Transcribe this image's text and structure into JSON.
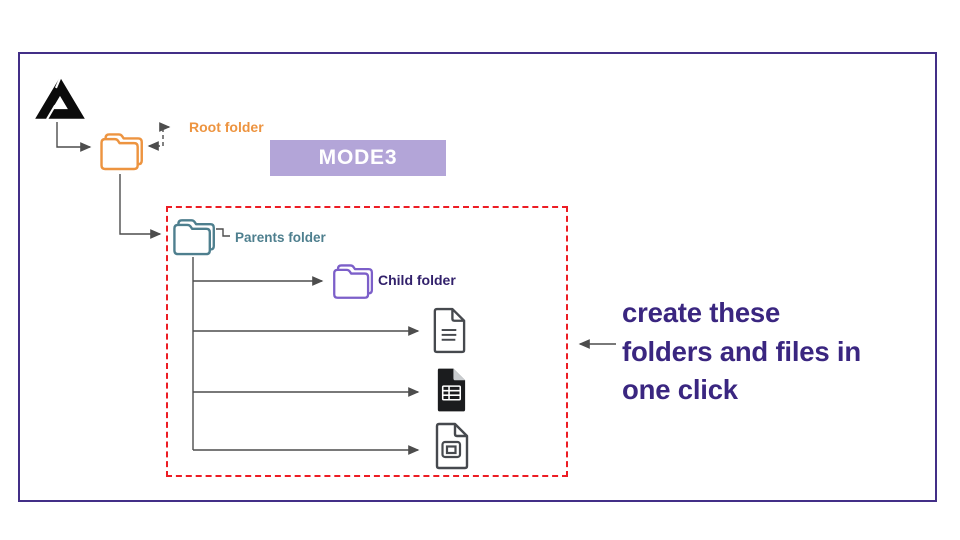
{
  "diagram": {
    "badge": {
      "label": "MODE3"
    },
    "root_folder": {
      "label": "Root folder"
    },
    "parents_folder": {
      "label": "Parents folder"
    },
    "child_folder": {
      "label": "Child folder"
    },
    "files": [
      {
        "type": "google-docs-document"
      },
      {
        "type": "google-sheets-spreadsheet"
      },
      {
        "type": "google-slides-presentation"
      }
    ],
    "caption": {
      "lines": [
        "create these",
        "folders and files in",
        "one click"
      ]
    },
    "icons": {
      "drive": "google-drive-logo",
      "root": "orange-folder-icon",
      "parents": "teal-folder-icon",
      "child": "purple-folder-icon",
      "doc": "document-icon",
      "sheet": "spreadsheet-icon",
      "slide": "presentation-icon"
    }
  },
  "colors": {
    "outer_border": "#432F87",
    "badge_bg": "#B3A5D8",
    "badge_text": "#FFFFFF",
    "root_accent": "#ED9440",
    "parents_accent": "#4E7F8E",
    "child_icon": "#7C5FC9",
    "child_text": "#32216B",
    "caption_text": "#3A2680",
    "dashed_box": "#ED1C24",
    "connector": "#4D4D4D",
    "file_outline": "#46494E",
    "file_solid": "#1B1C1E"
  }
}
